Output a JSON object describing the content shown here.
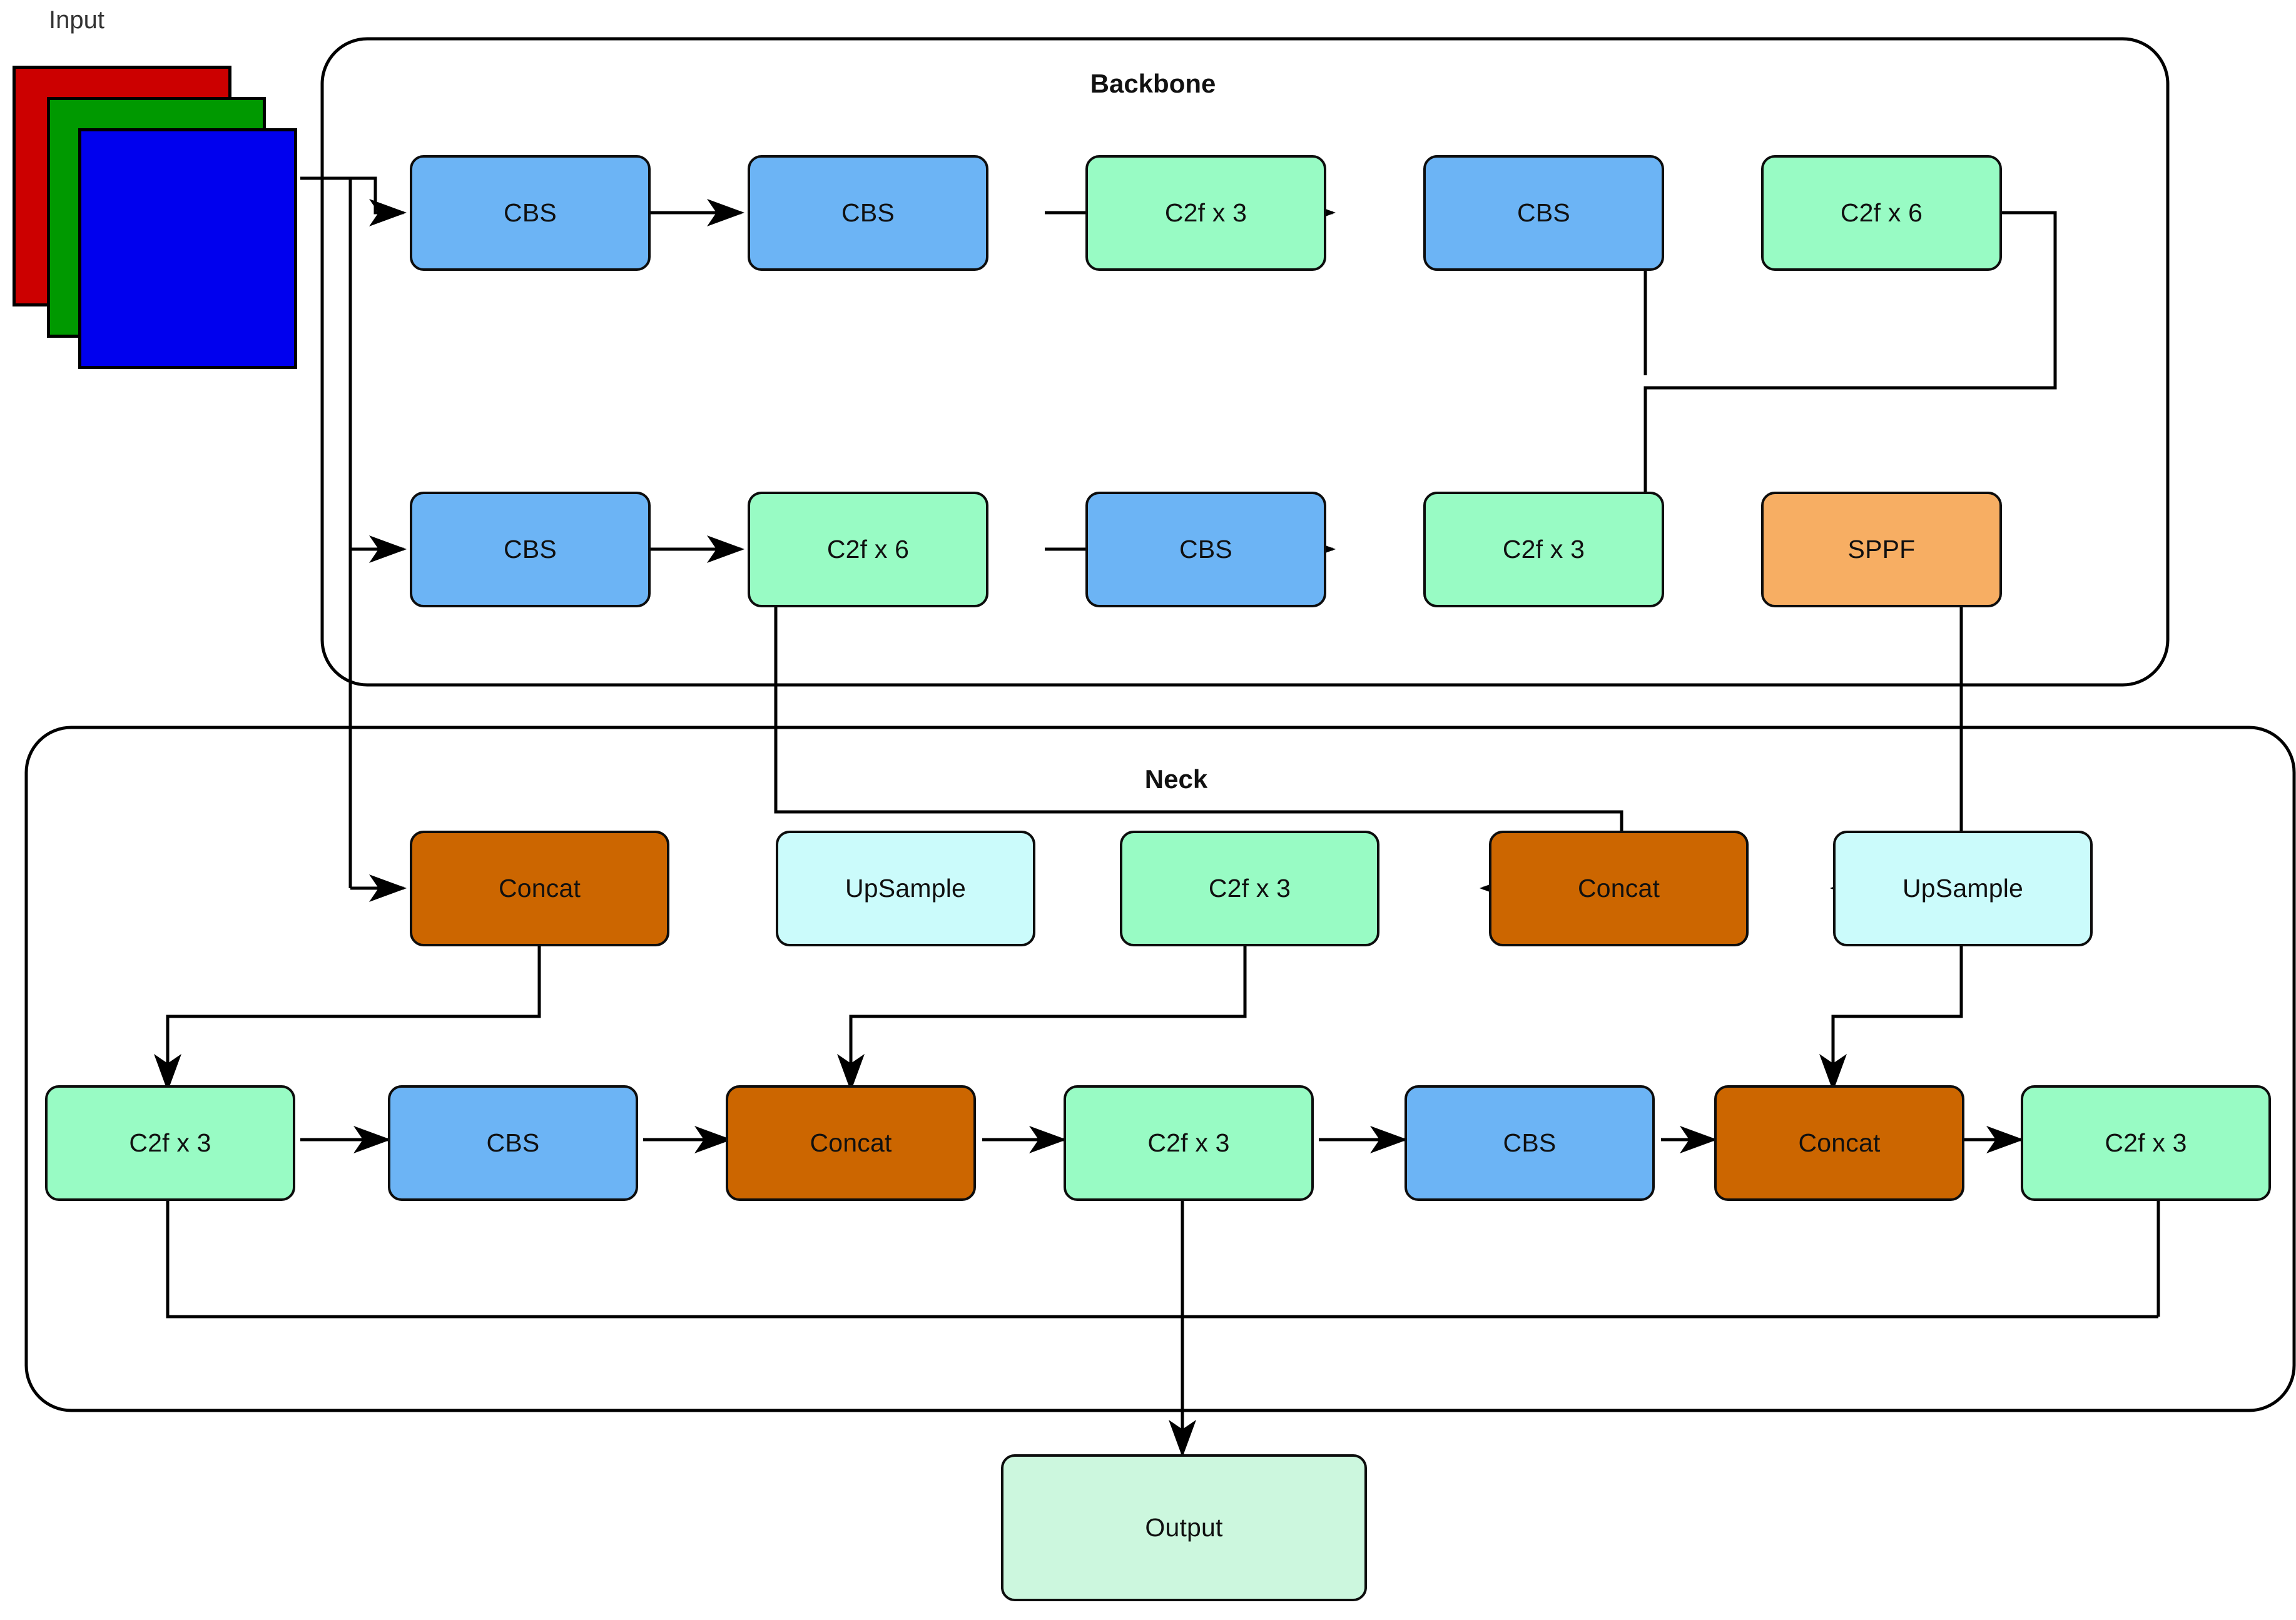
{
  "diagram": {
    "title_input": "Input",
    "groups": [
      {
        "name": "backbone",
        "label": "Backbone"
      },
      {
        "name": "neck",
        "label": "Neck"
      }
    ],
    "colors": {
      "cbs": "#6CB4F5",
      "c2f": "#98FBC4",
      "sppf": "#F7AE63",
      "concat": "#CC6600",
      "upsample": "#CBFBFB",
      "output": "#CCF7DE",
      "stroke": "#0d0d0d",
      "input_r": "#CC0000",
      "input_g": "#009900",
      "input_b": "#0000EE"
    },
    "input_planes": [
      {
        "name": "red-plane",
        "color_key": "input_r"
      },
      {
        "name": "green-plane",
        "color_key": "input_g"
      },
      {
        "name": "blue-plane",
        "color_key": "input_b"
      }
    ],
    "backbone_row1": [
      {
        "id": "bb-cbs-1",
        "label": "CBS",
        "type": "cbs"
      },
      {
        "id": "bb-cbs-2",
        "label": "CBS",
        "type": "cbs"
      },
      {
        "id": "bb-c2f-1",
        "label": "C2f x 3",
        "type": "c2f"
      },
      {
        "id": "bb-cbs-3",
        "label": "CBS",
        "type": "cbs"
      },
      {
        "id": "bb-c2f-2",
        "label": "C2f x 6",
        "type": "c2f"
      }
    ],
    "backbone_row2": [
      {
        "id": "bb-cbs-4",
        "label": "CBS",
        "type": "cbs"
      },
      {
        "id": "bb-c2f-3",
        "label": "C2f x 6",
        "type": "c2f"
      },
      {
        "id": "bb-cbs-5",
        "label": "CBS",
        "type": "cbs"
      },
      {
        "id": "bb-c2f-4",
        "label": "C2f x 3",
        "type": "c2f"
      },
      {
        "id": "bb-sppf",
        "label": "SPPF",
        "type": "sppf"
      }
    ],
    "neck_row1": [
      {
        "id": "nk-concat-1",
        "label": "Concat",
        "type": "concat"
      },
      {
        "id": "nk-up-1",
        "label": "UpSample",
        "type": "upsample"
      },
      {
        "id": "nk-c2f-1",
        "label": "C2f x 3",
        "type": "c2f"
      },
      {
        "id": "nk-concat-2",
        "label": "Concat",
        "type": "concat"
      },
      {
        "id": "nk-up-2",
        "label": "UpSample",
        "type": "upsample"
      }
    ],
    "neck_row2": [
      {
        "id": "nk-c2f-2",
        "label": "C2f x 3",
        "type": "c2f"
      },
      {
        "id": "nk-cbs-1",
        "label": "CBS",
        "type": "cbs"
      },
      {
        "id": "nk-concat-3",
        "label": "Concat",
        "type": "concat"
      },
      {
        "id": "nk-c2f-3",
        "label": "C2f x 3",
        "type": "c2f"
      },
      {
        "id": "nk-cbs-2",
        "label": "CBS",
        "type": "cbs"
      },
      {
        "id": "nk-concat-4",
        "label": "Concat",
        "type": "concat"
      },
      {
        "id": "nk-c2f-4",
        "label": "C2f x 3",
        "type": "c2f"
      }
    ],
    "output_node": {
      "id": "output",
      "label": "Output",
      "type": "output"
    }
  }
}
